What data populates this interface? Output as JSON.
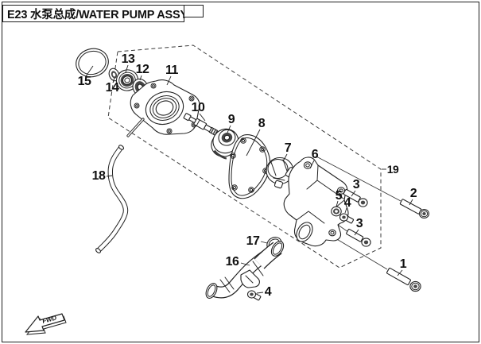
{
  "header": {
    "title": "E23 水泵总成/WATER PUMP ASSY"
  },
  "diagram": {
    "fwd_label": "FWD",
    "callouts": [
      {
        "text": "15"
      },
      {
        "text": "14"
      },
      {
        "text": "13"
      },
      {
        "text": "12"
      },
      {
        "text": "11"
      },
      {
        "text": "10"
      },
      {
        "text": "9"
      },
      {
        "text": "8"
      },
      {
        "text": "7"
      },
      {
        "text": "6"
      },
      {
        "text": "5"
      },
      {
        "text": "4"
      },
      {
        "text": "3"
      },
      {
        "text": "3"
      },
      {
        "text": "2"
      },
      {
        "text": "1"
      },
      {
        "text": "19"
      },
      {
        "text": "18"
      },
      {
        "text": "17"
      },
      {
        "text": "16"
      },
      {
        "text": "4"
      }
    ]
  }
}
